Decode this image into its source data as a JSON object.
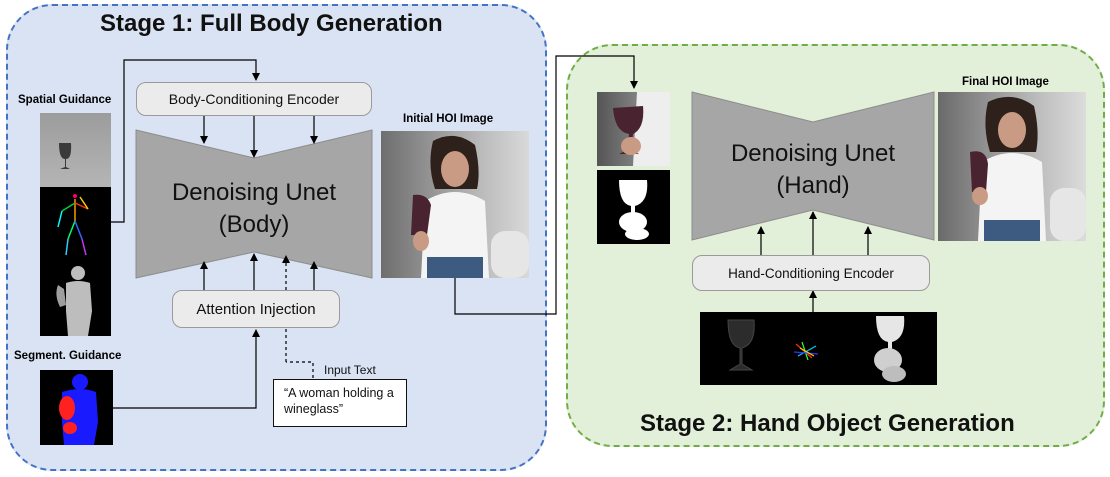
{
  "stage1": {
    "title": "Stage 1: Full Body Generation",
    "spatial_guidance_label": "Spatial Guidance",
    "segment_guidance_label": "Segment. Guidance",
    "body_encoder_label": "Body-Conditioning Encoder",
    "unet_line1": "Denoising Unet",
    "unet_line2": "(Body)",
    "attention_injection_label": "Attention Injection",
    "input_text_label": "Input Text",
    "input_text_value": "“A woman holding a wineglass”",
    "initial_image_label": "Initial HOI Image"
  },
  "stage2": {
    "title": "Stage 2: Hand Object Generation",
    "unet_line1": "Denoising Unet",
    "unet_line2": "(Hand)",
    "hand_encoder_label": "Hand-Conditioning Encoder",
    "final_image_label": "Final HOI Image"
  },
  "colors": {
    "stage1_fill": "#d9e3f3",
    "stage1_border": "#4472c4",
    "stage2_fill": "#e2efd9",
    "stage2_border": "#70ad47",
    "unet_fill": "#a6a6a6",
    "segment_blue": "#1a1aff",
    "segment_red": "#ff2020"
  }
}
